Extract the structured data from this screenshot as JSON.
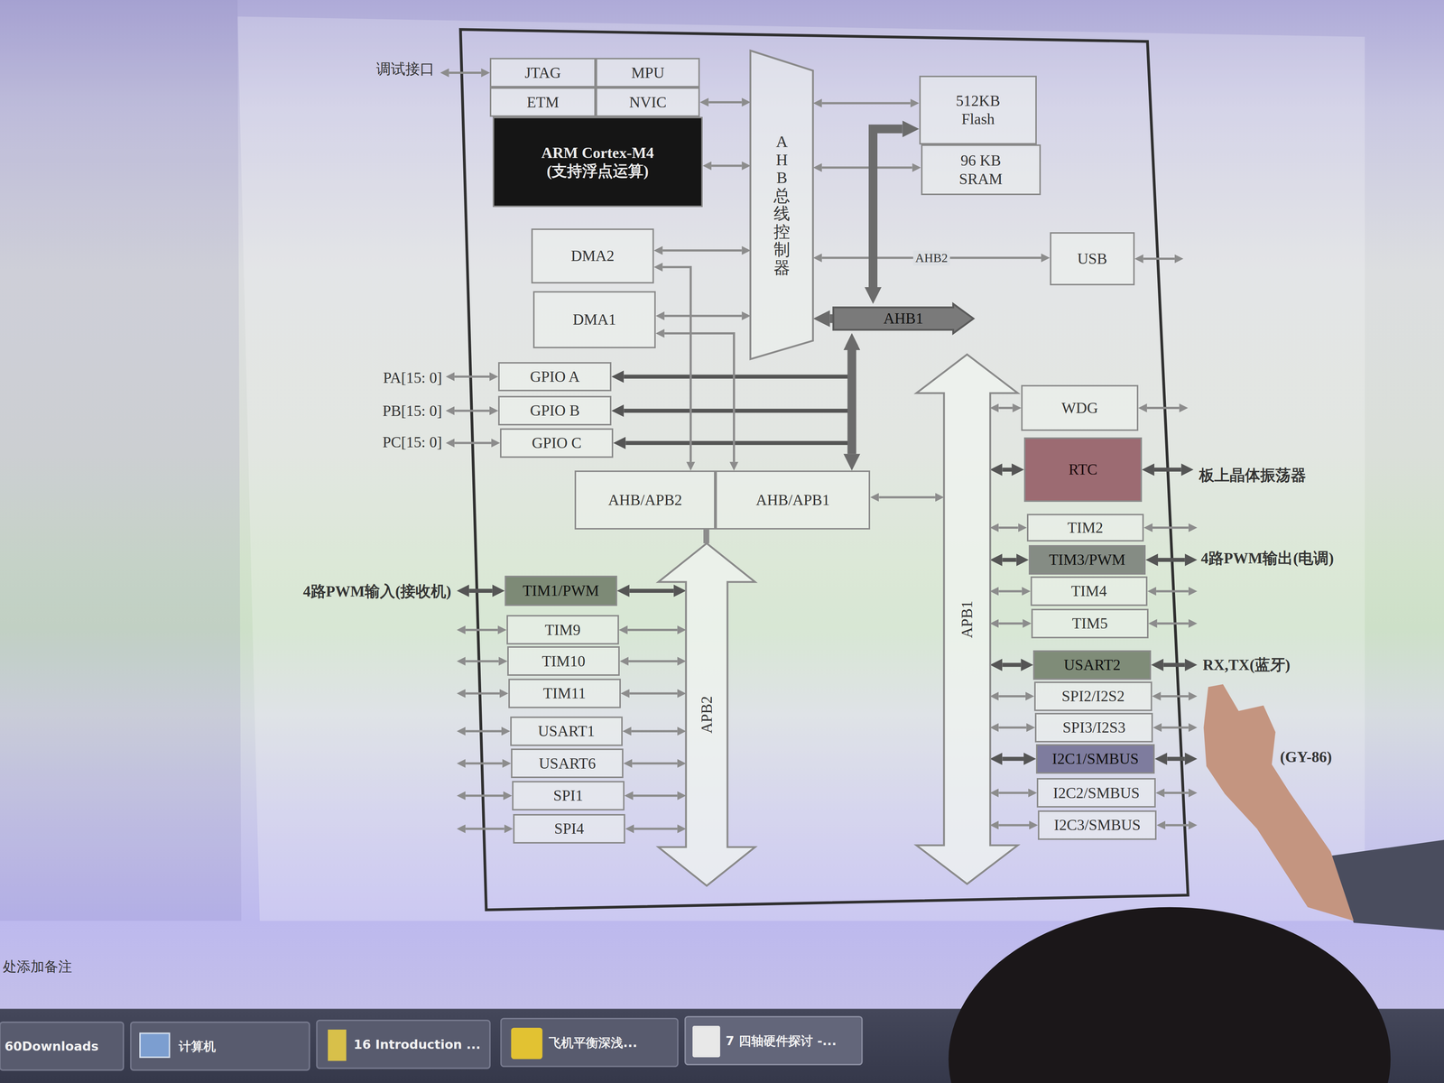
{
  "diagram": {
    "nodes": [
      {
        "text": [
          "JTAG"
        ]
      },
      {
        "text": [
          "MPU"
        ]
      },
      {
        "text": [
          "ETM"
        ]
      },
      {
        "text": [
          "NVIC"
        ]
      },
      {
        "text": [
          "ARM Cortex-M4 (支持浮点运算)"
        ]
      },
      {
        "text": [
          "AHB总线控制器"
        ]
      },
      {
        "text": [
          "512KB Flash"
        ]
      },
      {
        "text": [
          "96 KB SRAM"
        ]
      },
      {
        "text": [
          "DMA2"
        ]
      },
      {
        "text": [
          "USB"
        ]
      },
      {
        "text": [
          "DMA1"
        ]
      },
      {
        "text": [
          "AHB1"
        ]
      },
      {
        "text": [
          "GPIO A"
        ]
      },
      {
        "text": [
          "WDG"
        ]
      },
      {
        "text": [
          "GPIO B"
        ]
      },
      {
        "text": [
          "GPIO C"
        ]
      },
      {
        "text": [
          "RTC"
        ]
      },
      {
        "text": [
          "AHB/APB2"
        ]
      },
      {
        "text": [
          "AHB/APB1"
        ]
      },
      {
        "text": [
          "APB2"
        ]
      },
      {
        "text": [
          "APB1"
        ]
      },
      {
        "text": [
          "TIM2"
        ]
      },
      {
        "text": [
          "TIM3/PWM"
        ]
      },
      {
        "text": [
          "TIM1/PWM"
        ]
      },
      {
        "text": [
          "TIM4"
        ]
      },
      {
        "text": [
          "TIM9"
        ]
      },
      {
        "text": [
          "TIM5"
        ]
      },
      {
        "text": [
          "TIM10"
        ]
      },
      {
        "text": [
          "USART2"
        ]
      },
      {
        "text": [
          "TIM11"
        ]
      },
      {
        "text": [
          "SPI2/I2S2"
        ]
      },
      {
        "text": [
          "USART1"
        ]
      },
      {
        "text": [
          "SPI3/I2S3"
        ]
      },
      {
        "text": [
          "USART6"
        ]
      },
      {
        "text": [
          "I2C1/SMBUS"
        ]
      },
      {
        "text": [
          "SPI1"
        ]
      },
      {
        "text": [
          "I2C2/SMBUS"
        ]
      },
      {
        "text": [
          "SPI4"
        ]
      },
      {
        "text": [
          "I2C3/SMBUS"
        ]
      }
    ],
    "edges": [
      {
        "from": 3,
        "to": 5,
        "arrow": "both"
      },
      {
        "from": 4,
        "to": 5,
        "arrow": "both"
      },
      {
        "from": 5,
        "to": 6,
        "arrow": "both"
      },
      {
        "from": 5,
        "to": 7,
        "arrow": "both"
      },
      {
        "from": 8,
        "to": 5,
        "arrow": "both"
      },
      {
        "from": 10,
        "to": 5,
        "arrow": "both"
      },
      {
        "from": 5,
        "to": 9,
        "arrow": "both",
        "label": "AHB2"
      },
      {
        "from": 11,
        "to": 5,
        "arrow": "to"
      },
      {
        "from": 11,
        "to": 6,
        "arrow": "both"
      },
      {
        "from": 12,
        "to": 11,
        "arrow": "both"
      },
      {
        "from": 14,
        "to": 11,
        "arrow": "both"
      },
      {
        "from": 15,
        "to": 11,
        "arrow": "both"
      },
      {
        "from": 11,
        "to": 18,
        "arrow": "both"
      },
      {
        "from": 8,
        "to": 17,
        "arrow": "both"
      },
      {
        "from": 10,
        "to": 18,
        "arrow": "both"
      },
      {
        "from": 17,
        "to": 19,
        "arrow": "none"
      },
      {
        "from": 18,
        "to": 20,
        "arrow": "both"
      },
      {
        "from": 23,
        "to": 19,
        "arrow": "both"
      },
      {
        "from": 25,
        "to": 19,
        "arrow": "both"
      },
      {
        "from": 27,
        "to": 19,
        "arrow": "both"
      },
      {
        "from": 29,
        "to": 19,
        "arrow": "both"
      },
      {
        "from": 31,
        "to": 19,
        "arrow": "both"
      },
      {
        "from": 33,
        "to": 19,
        "arrow": "both"
      },
      {
        "from": 35,
        "to": 19,
        "arrow": "both"
      },
      {
        "from": 37,
        "to": 19,
        "arrow": "both"
      },
      {
        "from": 13,
        "to": 20,
        "arrow": "both"
      },
      {
        "from": 16,
        "to": 20,
        "arrow": "both"
      },
      {
        "from": 21,
        "to": 20,
        "arrow": "both"
      },
      {
        "from": 22,
        "to": 20,
        "arrow": "both"
      },
      {
        "from": 24,
        "to": 20,
        "arrow": "both"
      },
      {
        "from": 26,
        "to": 20,
        "arrow": "both"
      },
      {
        "from": 28,
        "to": 20,
        "arrow": "both"
      },
      {
        "from": 30,
        "to": 20,
        "arrow": "both"
      },
      {
        "from": 32,
        "to": 20,
        "arrow": "both"
      },
      {
        "from": 34,
        "to": 20,
        "arrow": "both"
      },
      {
        "from": 36,
        "to": 20,
        "arrow": "both"
      },
      {
        "from": 38,
        "to": 20,
        "arrow": "both"
      }
    ],
    "labels": [
      "调试接口",
      "PA[15: 0]",
      "PB[15: 0]",
      "PC[15: 0]",
      "4路PWM输入(接收机)",
      "板上晶体振荡器",
      "4路PWM输出(电调)",
      "RX,TX(蓝牙)",
      "(GY-86)",
      "处添加备注",
      "60Downloads",
      "计算机",
      "16 Introduction ...",
      "飞机平衡深浅...",
      "7 四轴硬件探讨 -..."
    ]
  }
}
